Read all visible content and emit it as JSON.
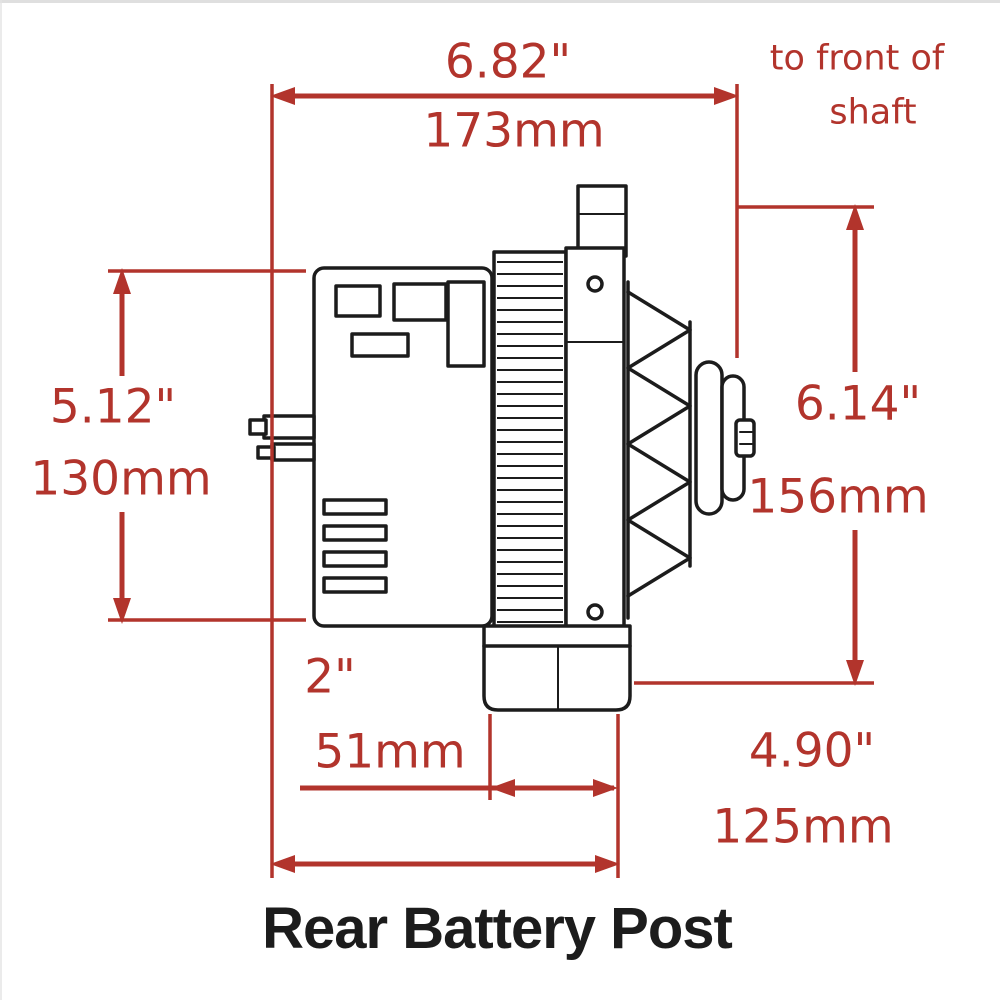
{
  "title": "Rear Battery Post",
  "note": {
    "line1": "to front of",
    "line2": "shaft"
  },
  "dims": {
    "top": {
      "inches": "6.82\"",
      "mm": "173mm"
    },
    "left": {
      "inches": "5.12\"",
      "mm": "130mm"
    },
    "right": {
      "inches": "6.14\"",
      "mm": "156mm"
    },
    "foot": {
      "inches": "2\"",
      "mm": "51mm"
    },
    "bottom": {
      "inches": "4.90\"",
      "mm": "125mm"
    }
  },
  "colors": {
    "dimension_red": "#b2342c",
    "ink_black": "#1c1c1c",
    "background": "#ffffff"
  }
}
